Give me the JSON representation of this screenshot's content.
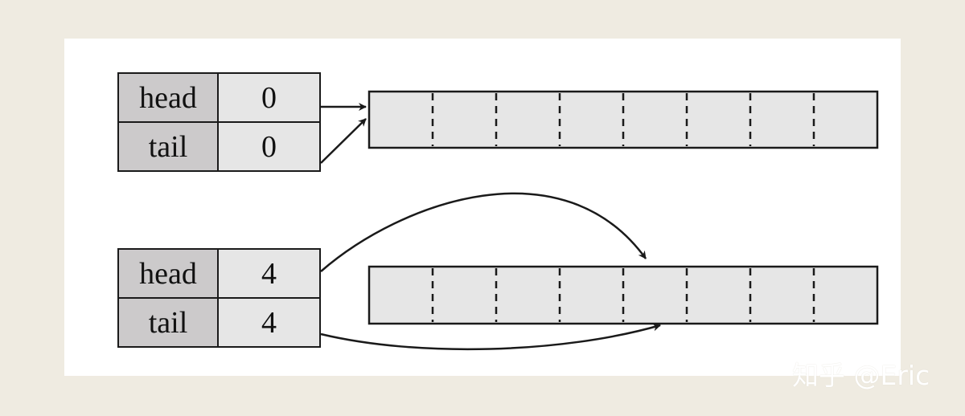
{
  "queue_top": {
    "head_label": "head",
    "head_value": "0",
    "tail_label": "tail",
    "tail_value": "0",
    "slot_count": 8,
    "head_points_to_slot": 0,
    "tail_points_to_slot": 0
  },
  "queue_bottom": {
    "head_label": "head",
    "head_value": "4",
    "tail_label": "tail",
    "tail_value": "4",
    "slot_count": 8,
    "head_points_to_slot": 4,
    "tail_points_to_slot": 4
  },
  "watermark": {
    "text": "知乎 @Eric"
  },
  "colors": {
    "background": "#efebe1",
    "panel": "#ffffff",
    "label_cell": "#cccacb",
    "value_cell": "#e6e6e6",
    "array_fill": "#e6e6e6",
    "stroke": "#1a1a1a"
  }
}
